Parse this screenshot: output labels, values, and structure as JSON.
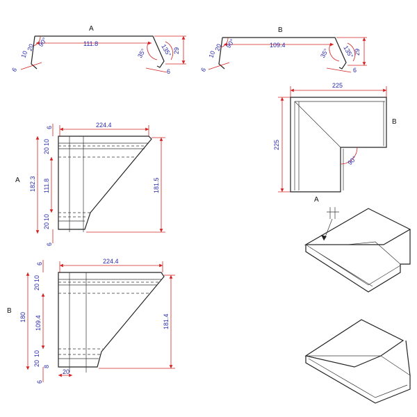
{
  "colors": {
    "dimension_line": "#d42020",
    "dimension_text": "#2a2aa8",
    "part_line": "#222222"
  },
  "profile_a": {
    "label": "A",
    "width": "111.8",
    "height": "29",
    "left_small_a": "10",
    "left_small_b": "20",
    "left_angle": "90°",
    "left_hem": "6",
    "right_angle_a": "35°",
    "right_angle_b": "135°",
    "right_hem": "6"
  },
  "profile_b": {
    "label": "B",
    "width": "109.4",
    "height": "29",
    "left_small_a": "10",
    "left_small_b": "20",
    "left_angle": "90°",
    "left_hem": "6",
    "right_angle_a": "35°",
    "right_angle_b": "135°",
    "right_hem": "6"
  },
  "plan_view": {
    "width": "225",
    "height": "225",
    "angle": "90°",
    "label_a": "A",
    "label_b": "B"
  },
  "flat_a": {
    "label": "A",
    "top_width": "224.4",
    "total_height": "182.3",
    "inner_height": "111.8",
    "right_height": "181.5",
    "top_small_a": "20",
    "top_small_b": "10",
    "bottom_small_a": "10",
    "bottom_small_b": "20",
    "top_hem": "6",
    "bottom_hem": "6"
  },
  "flat_b": {
    "label": "B",
    "top_width": "224.4",
    "total_height": "180",
    "inner_height": "109.4",
    "right_height": "181.4",
    "top_small_a": "20",
    "top_small_b": "10",
    "bottom_small_a": "10",
    "bottom_small_b": "20",
    "top_hem": "6",
    "bottom_hem": "6",
    "bottom_flange": "20",
    "bottom_gap": "8"
  }
}
